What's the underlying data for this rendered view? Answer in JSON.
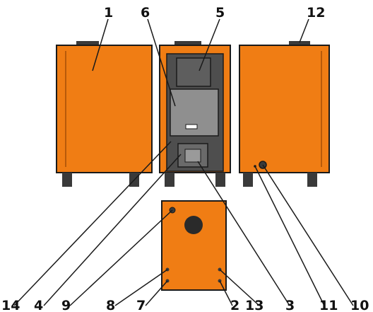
{
  "figure": {
    "colors": {
      "body": "#f07d14",
      "outline": "#1a1a1a",
      "leg": "#3a3a3a",
      "door": "#6b6b6b",
      "inner": "#8f8f8f",
      "line": "#1a1a1a"
    },
    "callouts": [
      {
        "text": "1"
      },
      {
        "text": "6"
      },
      {
        "text": "5"
      },
      {
        "text": "12"
      },
      {
        "text": "14"
      },
      {
        "text": "4"
      },
      {
        "text": "9"
      },
      {
        "text": "8"
      },
      {
        "text": "7"
      },
      {
        "text": "2"
      },
      {
        "text": "13"
      },
      {
        "text": "3"
      },
      {
        "text": "11"
      },
      {
        "text": "10"
      }
    ]
  }
}
